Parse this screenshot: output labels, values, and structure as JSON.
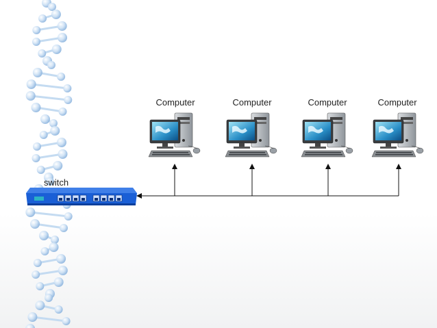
{
  "switch": {
    "label": "switch"
  },
  "computers": [
    {
      "label": "Computer"
    },
    {
      "label": "Computer"
    },
    {
      "label": "Computer"
    },
    {
      "label": "Computer"
    }
  ],
  "icons": {
    "decoration": "dna-helix-icon",
    "switch": "network-switch-icon",
    "computer": "desktop-computer-icon"
  },
  "colors": {
    "switch_body": "#1a5fd6",
    "switch_dark": "#0d3f9c",
    "dna": "#b7d3ee",
    "line": "#111111"
  }
}
